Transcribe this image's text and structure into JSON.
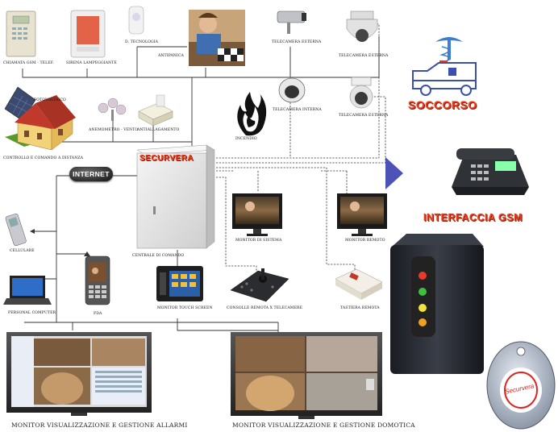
{
  "diagram": {
    "center": {
      "brand": "SECURVERA",
      "label": "CENTRALE DI COMANDO"
    },
    "internet_badge": "INTERNET",
    "devices": {
      "gsm_dialer": "CHIAMATA GSM - TELEF.",
      "siren": "SIRENA LAMPEGGIANTE",
      "dual_tech": "D. TECNOLOGIA",
      "anti_panic": "ANTIPANICA",
      "cam_ext_1": "TELECAMERA ESTERNA",
      "cam_ext_2": "TELECAMERA ESTERNA",
      "cam_int_1": "TELECAMERA INTERNA",
      "cam_int_2": "TELECAMERA ESTERNA",
      "photovoltaic": "FOTOVOLTAICO",
      "house": "CONTROLLO E COMANDO A DISTANZA",
      "anemometer": "ANEMOMETRO - VENTO",
      "flood": "ANTIALLAGAMENTO",
      "fire": "INCENDIO",
      "cellphone": "CELLULARE",
      "pda": "PDA",
      "pc": "PERSONAL COMPUTER",
      "touch": "MONITOR TOUCH SCREEN",
      "system_monitor": "MONITOR DI SISTEMA",
      "remote_monitor": "MONITOR REMOTO",
      "ptz_console": "CONSOLLE REMOTA X TELECAMERE",
      "keypad": "TASTIERA REMOTA"
    },
    "right_panel": {
      "rescue": "SOCCORSO",
      "gsm_interface": "INTERFACCIA GSM"
    },
    "big_monitors": {
      "alarms": "MONITOR VISUALIZZAZIONE E GESTIONE ALLARMI",
      "domotics": "MONITOR VISUALIZZAZIONE E GESTIONE DOMOTICA"
    },
    "keyfob_brand": "Securvera",
    "colors": {
      "line": "#333333",
      "accent_red": "#e53b1b",
      "cabinet": "#e7e7e7",
      "arrow_blue": "#3a3fae"
    }
  }
}
